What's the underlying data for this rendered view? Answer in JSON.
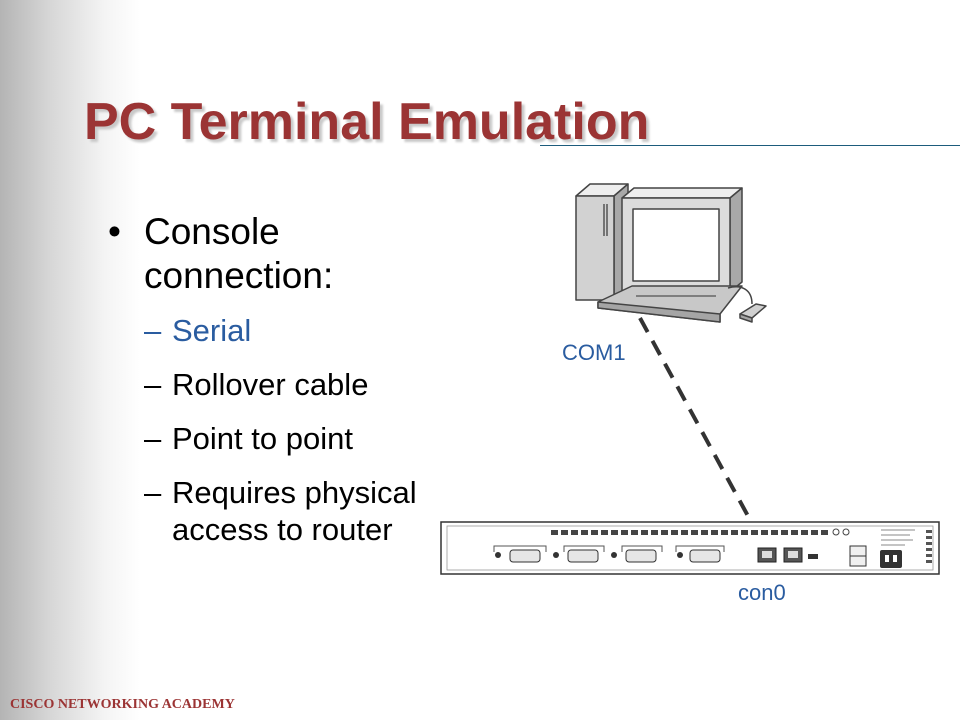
{
  "slide": {
    "title": "PC Terminal Emulation",
    "bullet": {
      "marker": "•",
      "text": "Console connection:",
      "sub_marker": "–",
      "sub_items": [
        "Serial",
        "Rollover cable",
        "Point to point",
        "Requires physical access to router"
      ]
    },
    "labels": {
      "pc_port": "COM1",
      "router_port": "con0"
    },
    "footer": "CISCO NETWORKING ACADEMY"
  },
  "icons": [
    "pc-computer-icon",
    "router-device-icon",
    "rollover-cable-line"
  ],
  "colors": {
    "title": "#9b3434",
    "accent_blue": "#2a5ca0",
    "rule": "#1d5c7c",
    "footer": "#9b3434"
  }
}
